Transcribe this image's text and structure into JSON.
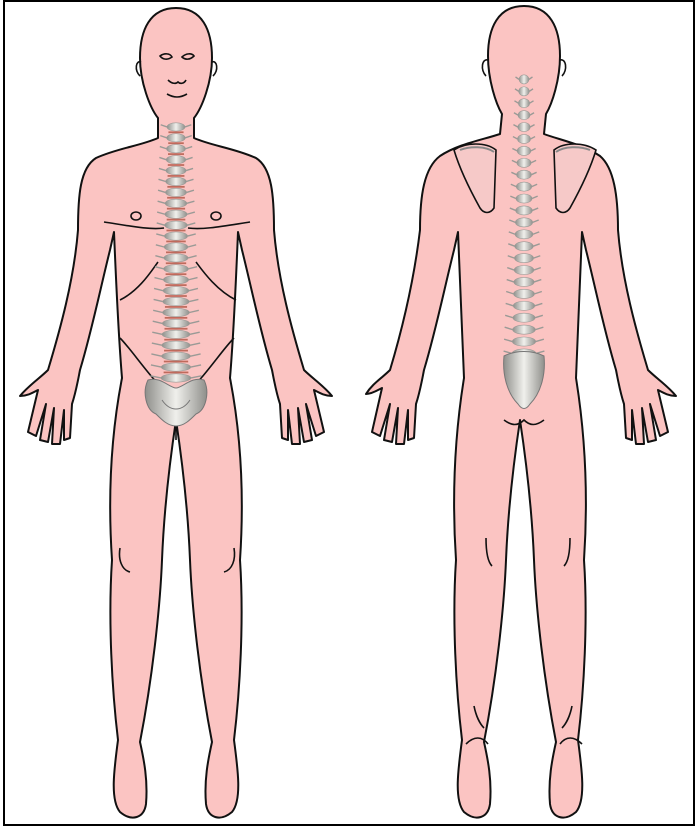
{
  "diagram": {
    "type": "anatomical-body-chart",
    "views": [
      "front",
      "back"
    ],
    "colors": {
      "skin": "#FBC4C2",
      "outline": "#111111",
      "bone": "#D8D8D4",
      "bone_shadow": "#9A9A96",
      "disc": "#B55A4A",
      "background": "#FFFFFF"
    }
  }
}
